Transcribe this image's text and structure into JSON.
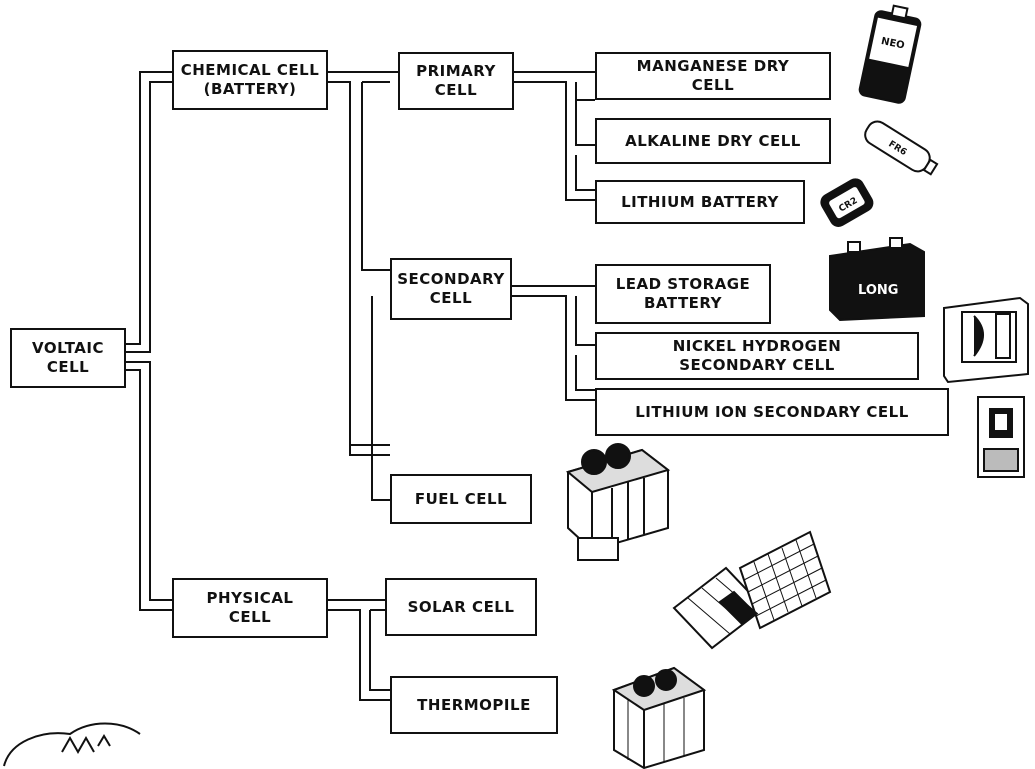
{
  "root": {
    "label": "VOLTAIC\nCELL"
  },
  "level1": {
    "chemical": "CHEMICAL CELL\n(BATTERY)",
    "physical": "PHYSICAL\nCELL"
  },
  "level2": {
    "primary": "PRIMARY\nCELL",
    "secondary": "SECONDARY\nCELL",
    "fuel": "FUEL CELL",
    "solar": "SOLAR CELL",
    "thermopile": "THERMOPILE"
  },
  "level3": {
    "manganese": "MANGANESE DRY\nCELL",
    "alkaline": "ALKALINE DRY CELL",
    "lithium_battery": "LITHIUM BATTERY",
    "lead_storage": "LEAD STORAGE\nBATTERY",
    "nickel_hydrogen": "NICKEL HYDROGEN\nSECONDARY CELL",
    "lithium_ion": "LITHIUM ION SECONDARY CELL"
  },
  "illustrations": {
    "neo_battery_text": "NEO",
    "alkaline_battery_text": "FR6",
    "cr2_battery_text": "CR2",
    "lead_battery_text": "LONG"
  }
}
